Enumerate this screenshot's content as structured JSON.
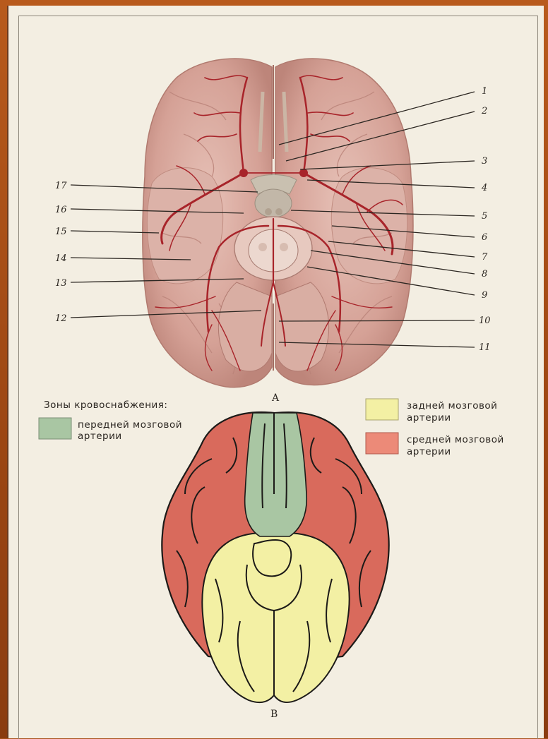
{
  "figure_a": {
    "caption": "A",
    "labels_right": [
      "1",
      "2",
      "3",
      "4",
      "5",
      "6",
      "7",
      "8",
      "9",
      "10",
      "11"
    ],
    "labels_left": [
      "17",
      "16",
      "15",
      "14",
      "13",
      "12"
    ]
  },
  "figure_b": {
    "caption": "B",
    "legend_title": "Зоны кровоснабжения:",
    "zones": [
      {
        "line1": "передней мозговой",
        "line2": "артерии",
        "color": "#a9c6a3"
      },
      {
        "line1": "задней мозговой",
        "line2": "артерии",
        "color": "#f3f0a4"
      },
      {
        "line1": "средней мозговой",
        "line2": "артерии",
        "color": "#ec8a78"
      }
    ]
  },
  "colors": {
    "brain_tissue": "#d9a9a0",
    "artery": "#a8242a",
    "anterior_zone": "#a9c6a3",
    "posterior_zone": "#f3f0a4",
    "middle_zone": "#d96a5c"
  }
}
